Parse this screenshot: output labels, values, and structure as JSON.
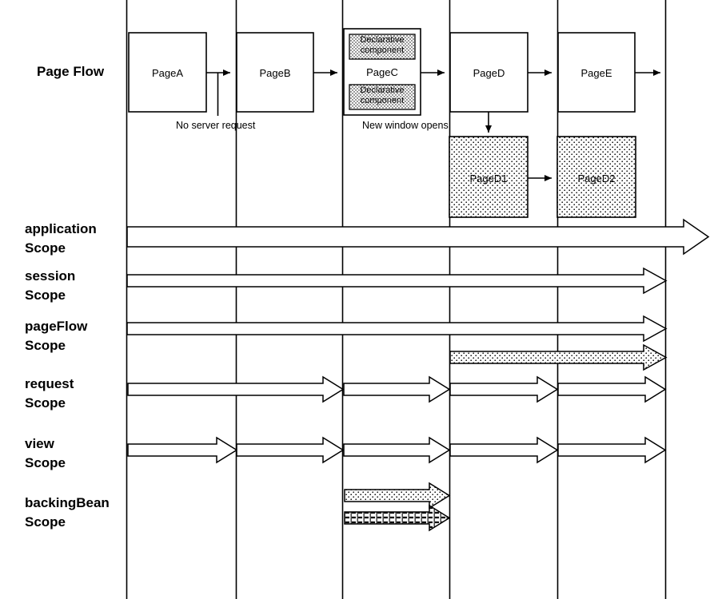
{
  "diagram": {
    "title_label": "Page Flow",
    "row_labels": [
      {
        "id": "application",
        "line1": "application",
        "line2": "Scope"
      },
      {
        "id": "session",
        "line1": "session",
        "line2": "Scope"
      },
      {
        "id": "pageflow",
        "line1": "pageFlow",
        "line2": "Scope"
      },
      {
        "id": "request",
        "line1": "request",
        "line2": "Scope"
      },
      {
        "id": "view",
        "line1": "view",
        "line2": "Scope"
      },
      {
        "id": "backingbean",
        "line1": "backingBean",
        "line2": "Scope"
      }
    ],
    "pages": [
      {
        "id": "pageA",
        "label": "PageA"
      },
      {
        "id": "pageB",
        "label": "PageB"
      },
      {
        "id": "pageC",
        "label": "PageC"
      },
      {
        "id": "pageD",
        "label": "PageD"
      },
      {
        "id": "pageE",
        "label": "PageE"
      }
    ],
    "popup_pages": [
      {
        "id": "pageD1",
        "label": "PageD1"
      },
      {
        "id": "pageD2",
        "label": "PageD2"
      }
    ],
    "declarative_components": [
      {
        "id": "dc-top",
        "line1": "Declarative",
        "line2": "component"
      },
      {
        "id": "dc-bottom",
        "line1": "Declarative",
        "line2": "component"
      }
    ],
    "annotations": [
      {
        "id": "no-server-request",
        "text": "No server request"
      },
      {
        "id": "new-window-opens",
        "text": "New window opens"
      }
    ],
    "colors": {
      "stroke": "#000000",
      "background": "#ffffff",
      "fill_stipple": "#ffffff"
    },
    "lanes_x": [
      158,
      295,
      428,
      562,
      697,
      832
    ]
  }
}
